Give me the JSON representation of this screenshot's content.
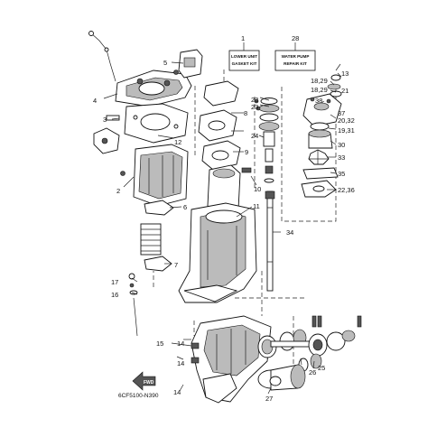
{
  "kits": [
    {
      "number": "1",
      "line1": "LOWER UNIT",
      "line2": "GASKET KIT"
    },
    {
      "number": "28",
      "line1": "WATER PUMP",
      "line2": "REPAIR KIT"
    }
  ],
  "callouts": [
    "1",
    "2",
    "3",
    "4",
    "5",
    "6",
    "7",
    "8",
    "9",
    "10",
    "11",
    "12",
    "13",
    "14",
    "14",
    "14",
    "15",
    "16",
    "17",
    "18,29",
    "18,29",
    "19,31",
    "20,32",
    "21",
    "22,36",
    "23",
    "23",
    "24",
    "25",
    "26",
    "27",
    "30",
    "33",
    "34",
    "35",
    "37",
    "38"
  ],
  "diagram_code": "6CF5100-N390",
  "fwd_label": "FWD"
}
